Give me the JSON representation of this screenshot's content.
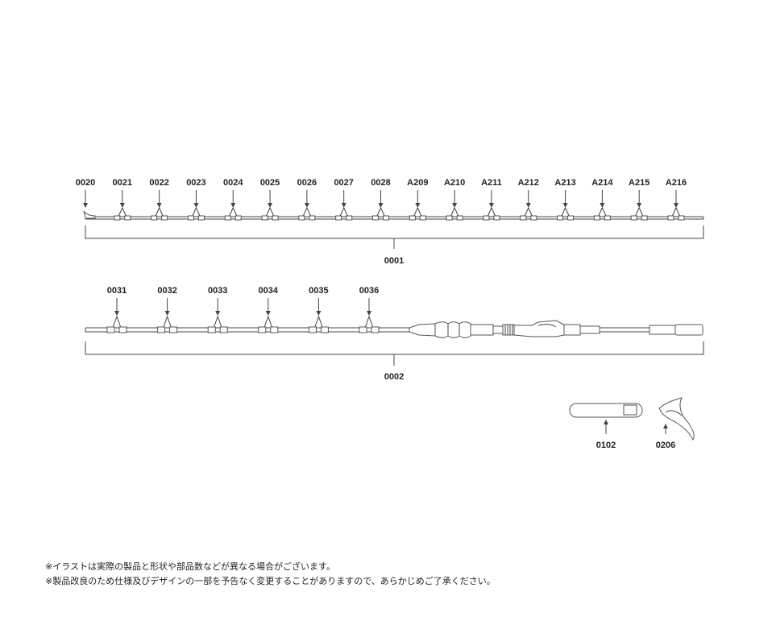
{
  "section1": {
    "guides": [
      "0020",
      "0021",
      "0022",
      "0023",
      "0024",
      "0025",
      "0026",
      "0027",
      "0028",
      "A209",
      "A210",
      "A211",
      "A212",
      "A213",
      "A214",
      "A215",
      "A216"
    ],
    "assembly_label": "0001"
  },
  "section2": {
    "guides": [
      "0031",
      "0032",
      "0033",
      "0034",
      "0035",
      "0036"
    ],
    "assembly_label": "0002"
  },
  "accessories": [
    {
      "label": "0102"
    },
    {
      "label": "0206"
    }
  ],
  "notes": [
    "※イラストは実際の製品と形状や部品数などが異なる場合がございます。",
    "※製品改良のため仕様及びデザインの一部を予告なく変更することがありますので、あらかじめご了承ください。"
  ]
}
